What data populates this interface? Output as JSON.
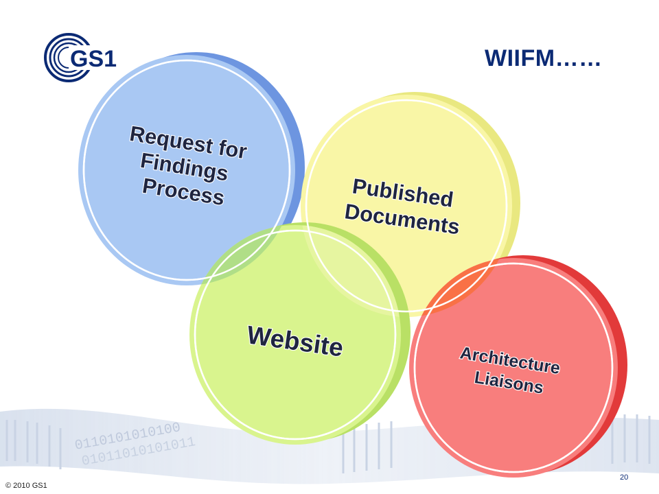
{
  "slide": {
    "title": "WIIFM……",
    "copyright": "© 2010 GS1",
    "page_number": "20"
  },
  "logo": {
    "text": "GS1",
    "color": "#0b2a74"
  },
  "circles": [
    {
      "id": "request",
      "lines": [
        "Request for",
        "Findings",
        "Process"
      ],
      "fill": "#a9c8f3",
      "shadow": "#6d95e0"
    },
    {
      "id": "published",
      "lines": [
        "Published",
        "Documents"
      ],
      "fill": "#f9f6a6",
      "shadow": "#e9e880"
    },
    {
      "id": "website",
      "lines": [
        "Website"
      ],
      "fill": "#d9f48e",
      "shadow": "#b9e065"
    },
    {
      "id": "architecture",
      "lines": [
        "Architecture",
        "Liaisons"
      ],
      "fill": "#f87e7d",
      "shadow": "#e23a3a"
    }
  ],
  "overlaps": {
    "request_website": "#b0de87",
    "published_architecture": "#f97146",
    "website_published": "#e6f5a0"
  }
}
